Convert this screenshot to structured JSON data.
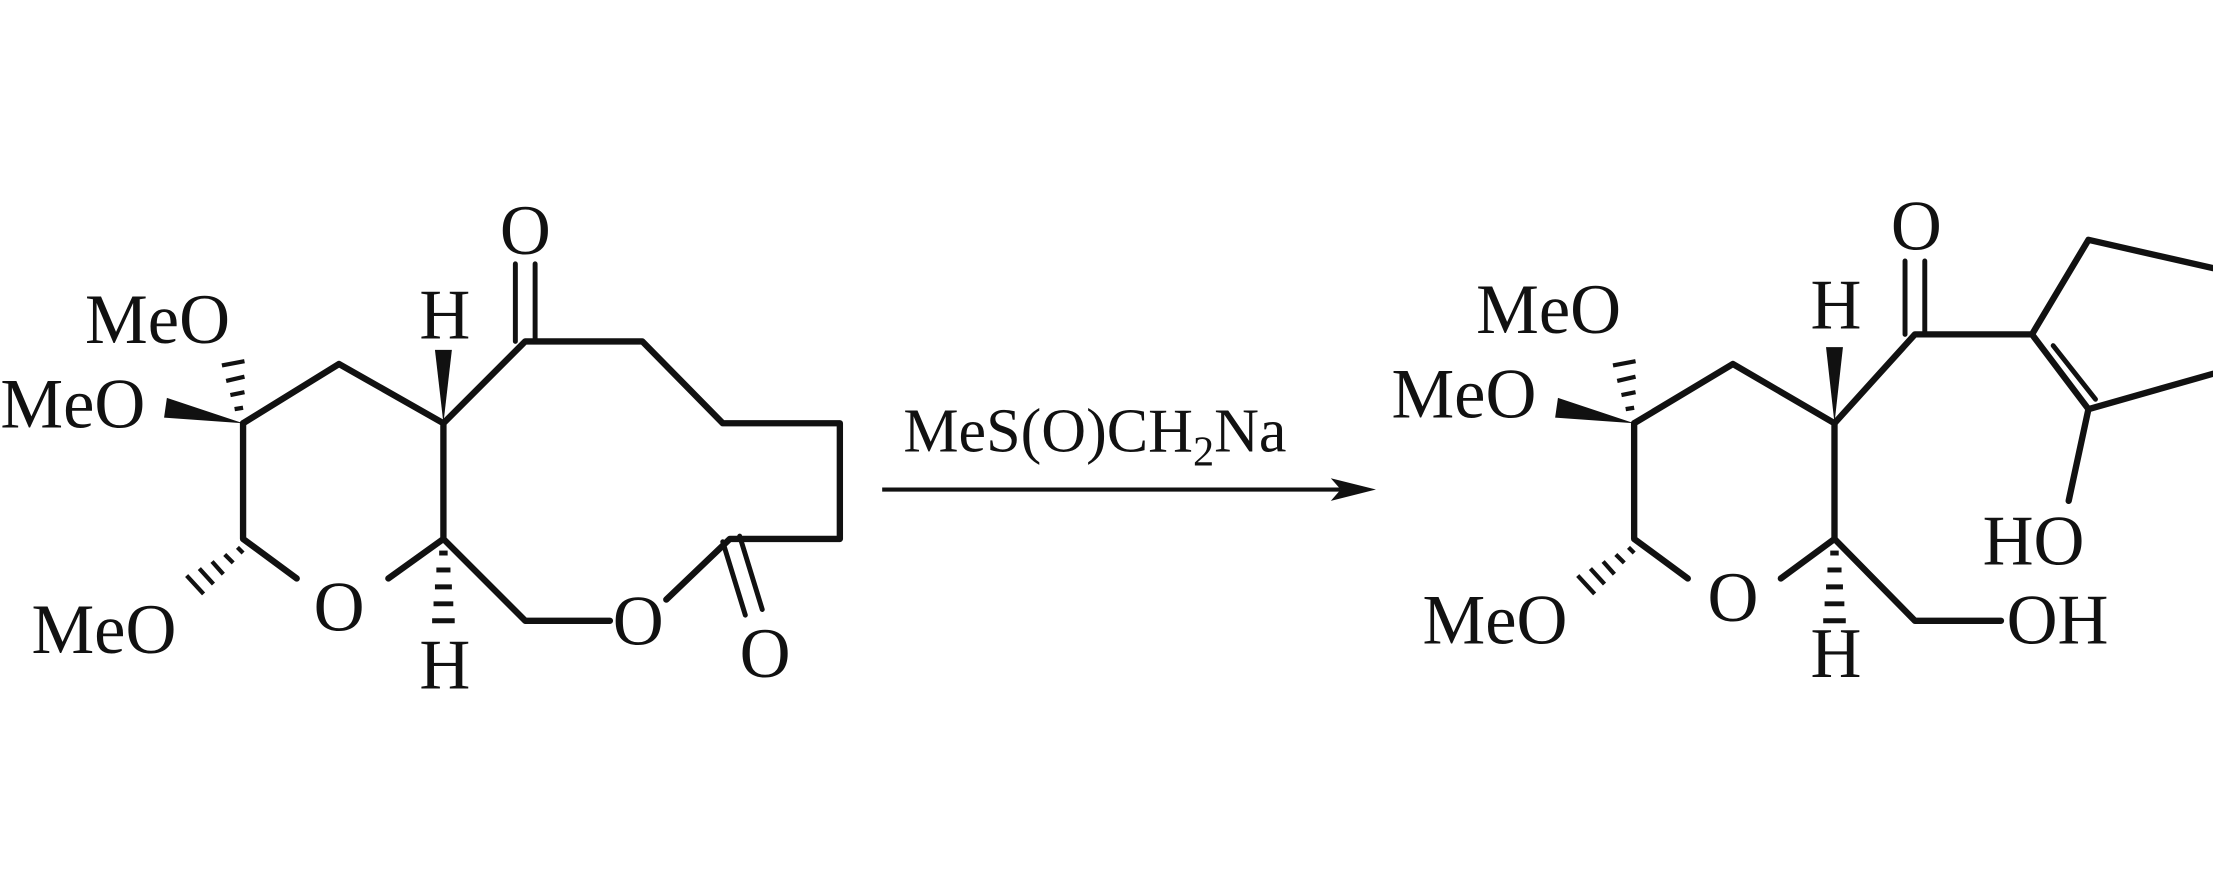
{
  "reactant": {
    "labels": {
      "meo_top": "MeO",
      "meo_left": "MeO",
      "meo_bottom": "MeO",
      "ring_o": "O",
      "ester_o": "O",
      "ketone_o": "O",
      "lactone_carbonyl_o": "O",
      "h_top": "H",
      "h_bottom": "H"
    }
  },
  "reagent": {
    "main": "MeS(O)CH",
    "subscript": "2",
    "suffix": "Na"
  },
  "product": {
    "labels": {
      "meo_top": "MeO",
      "meo_left": "MeO",
      "meo_bottom": "MeO",
      "ring_o": "O",
      "ketone_o": "O",
      "h_top": "H",
      "h_bottom": "H",
      "enol_oh": "HO",
      "hydroxymethyl_oh": "OH"
    }
  },
  "colors": {
    "ink": "#111111",
    "background": "#ffffff"
  }
}
